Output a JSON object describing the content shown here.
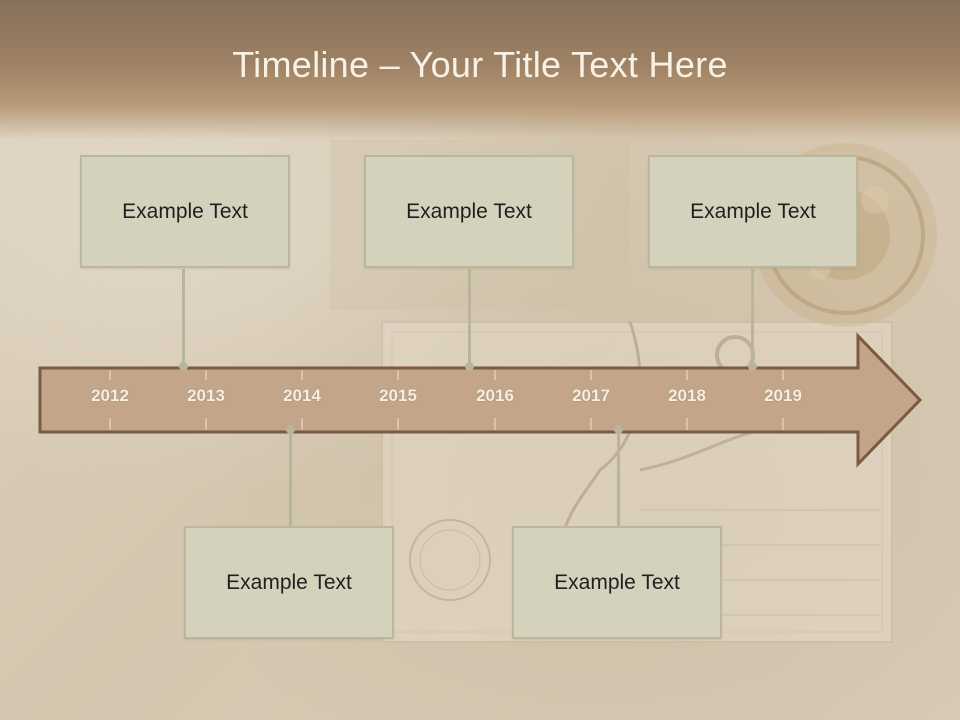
{
  "slide": {
    "title": "Timeline – Your Title Text Here"
  },
  "timeline": {
    "years": [
      "2012",
      "2013",
      "2014",
      "2015",
      "2016",
      "2017",
      "2018",
      "2019"
    ],
    "cards_top": [
      {
        "text": "Example Text"
      },
      {
        "text": "Example Text"
      },
      {
        "text": "Example Text"
      }
    ],
    "cards_bottom": [
      {
        "text": "Example Text"
      },
      {
        "text": "Example Text"
      }
    ]
  },
  "colors": {
    "header": "#9e8164",
    "arrow_fill": "#c3a68a",
    "arrow_stroke": "#7a5a42",
    "card_fill": "#d4d2bd",
    "connector": "#b9b59a",
    "year_text": "#f6efe4"
  }
}
